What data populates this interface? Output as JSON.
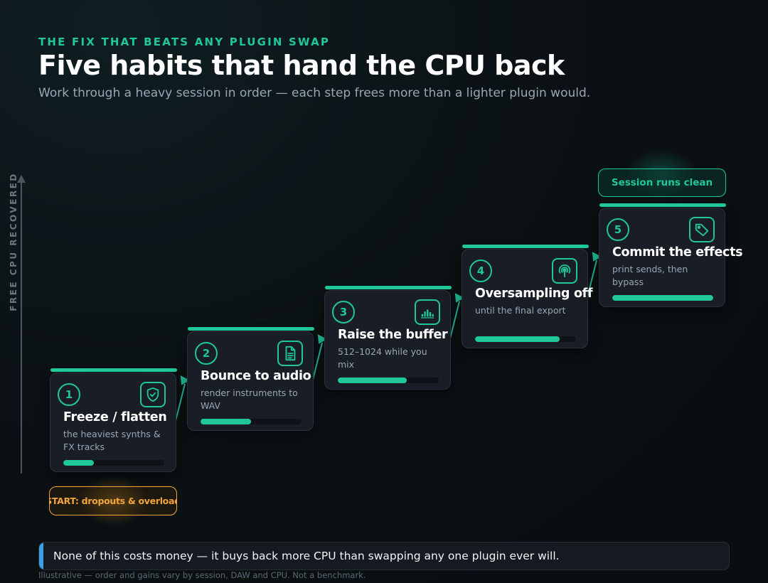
{
  "header": {
    "eyebrow": "THE FIX THAT BEATS ANY PLUGIN SWAP",
    "title": "Five habits that hand the CPU back",
    "subtitle": "Work through a heavy session in order — each step frees more than a lighter plugin would."
  },
  "axis": {
    "y_label": "FREE CPU RECOVERED"
  },
  "steps": [
    {
      "number": "1",
      "title": "Freeze / flatten",
      "desc": "the heaviest synths & FX tracks",
      "icon": "shield-check-icon",
      "progress": 0.3
    },
    {
      "number": "2",
      "title": "Bounce to audio",
      "desc": "render instruments to WAV",
      "icon": "document-icon",
      "progress": 0.5
    },
    {
      "number": "3",
      "title": "Raise the buffer",
      "desc": "512–1024 while you mix",
      "icon": "level-meter-icon",
      "progress": 0.68
    },
    {
      "number": "4",
      "title": "Oversampling off",
      "desc": "until the final export",
      "icon": "broadcast-icon",
      "progress": 0.84
    },
    {
      "number": "5",
      "title": "Commit the effects",
      "desc": "print sends, then bypass",
      "icon": "tag-icon",
      "progress": 1.0
    }
  ],
  "start_badge": "START: dropouts & overload",
  "end_badge": "Session runs clean",
  "callout": "None of this costs money — it buys back more CPU than swapping any one plugin ever will.",
  "footnote": "Illustrative — order and gains vary by session, DAW and CPU. Not a benchmark.",
  "colors": {
    "accent": "#1fc79b",
    "warning": "#f2a43a",
    "callout_accent": "#3aa0e6",
    "card_bg": "#191d25"
  }
}
